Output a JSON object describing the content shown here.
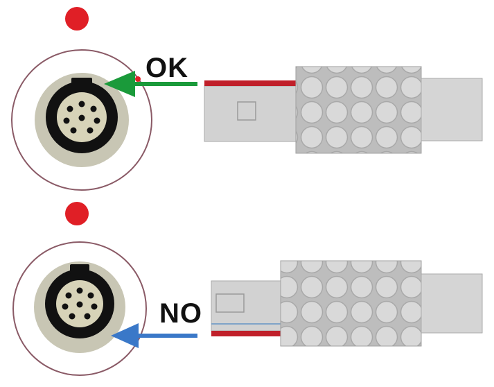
{
  "labels": {
    "ok": "OK",
    "no": "NO"
  },
  "colors": {
    "indicator_dot": "#e01f26",
    "ok_arrow": "#1a9a3a",
    "no_arrow": "#3a78c8",
    "red_stripe": "#c0202a",
    "plug_body": "#d2d2d2",
    "socket_ring": "#111111",
    "socket_face": "#c8c6b4"
  },
  "icons": {
    "ok_row": [
      "indicator-dot",
      "socket-icon",
      "arrow-left-icon",
      "plug-icon"
    ],
    "no_row": [
      "indicator-dot",
      "socket-icon",
      "arrow-left-icon",
      "plug-icon"
    ]
  }
}
